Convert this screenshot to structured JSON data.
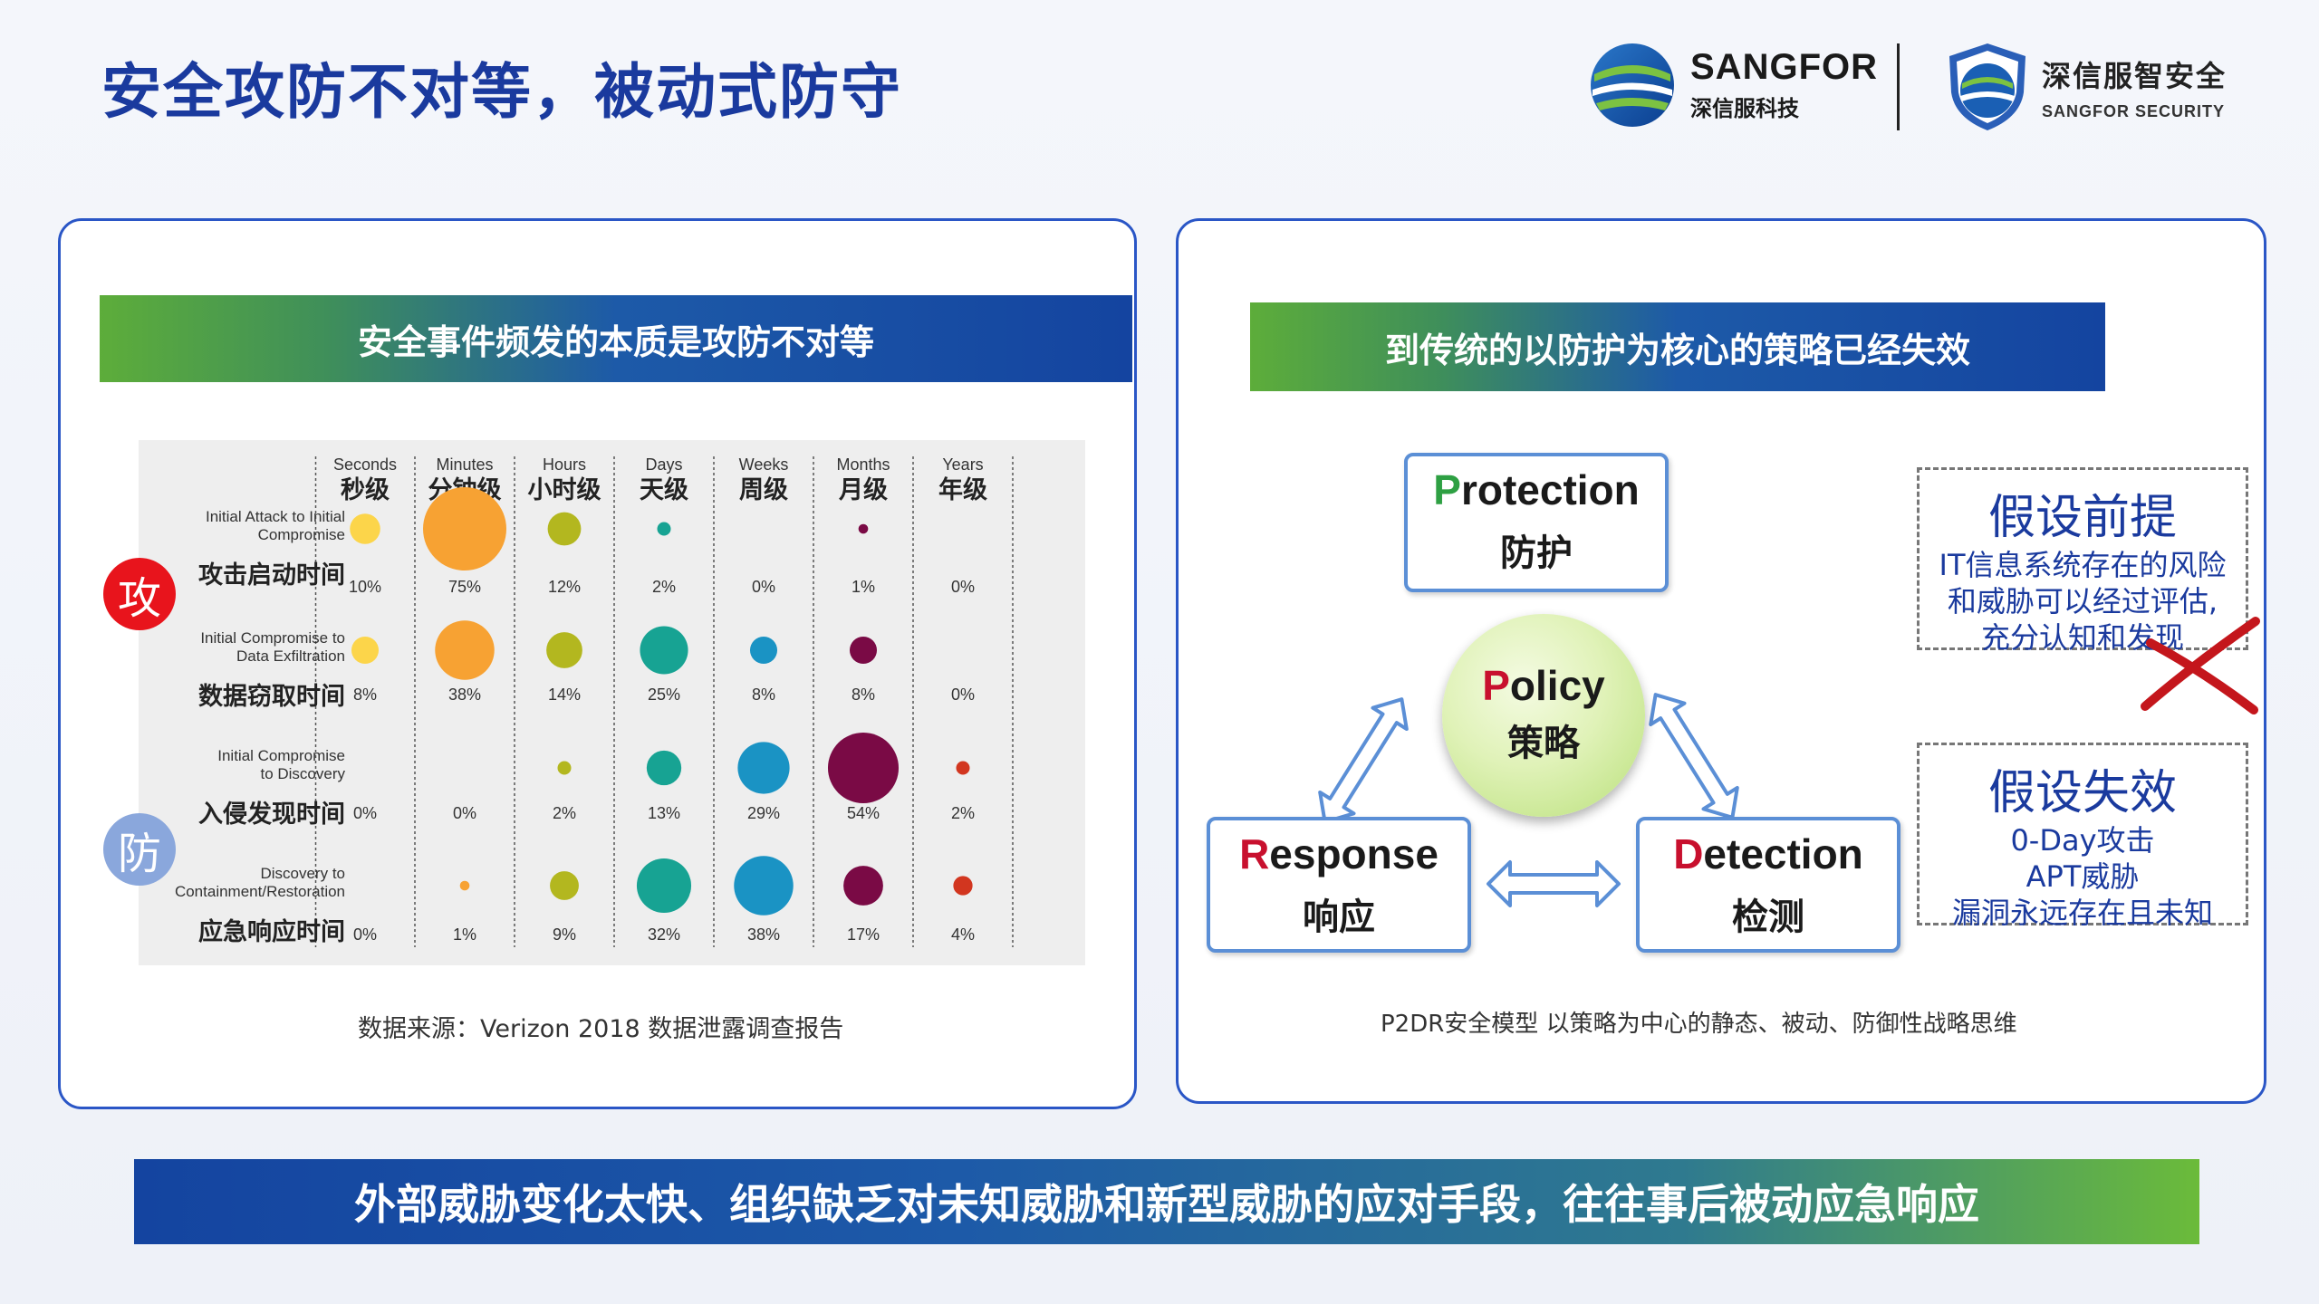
{
  "title": "安全攻防不对等，被动式防守",
  "logos": {
    "sangfor_main": "SANGFOR",
    "sangfor_sub": "深信服科技",
    "security_main": "深信服智安全",
    "security_sub": "SANGFOR SECURITY"
  },
  "left_panel": {
    "banner": "安全事件频发的本质是攻防不对等",
    "source": "数据来源：Verizon 2018 数据泄露调查报告",
    "badge_attack": "攻",
    "badge_defend": "防"
  },
  "chart_data": {
    "type": "bubble-table",
    "columns": [
      {
        "en": "Seconds",
        "cn": "秒级"
      },
      {
        "en": "Minutes",
        "cn": "分钟级"
      },
      {
        "en": "Hours",
        "cn": "小时级"
      },
      {
        "en": "Days",
        "cn": "天级"
      },
      {
        "en": "Weeks",
        "cn": "周级"
      },
      {
        "en": "Months",
        "cn": "月级"
      },
      {
        "en": "Years",
        "cn": "年级"
      }
    ],
    "rows": [
      {
        "en1": "Initial Attack to Initial",
        "en2": "Compromise",
        "cn": "攻击启动时间",
        "values": [
          10,
          75,
          12,
          2,
          0,
          1,
          0
        ],
        "labels": [
          "10%",
          "75%",
          "12%",
          "2%",
          "0%",
          "1%",
          "0%"
        ]
      },
      {
        "en1": "Initial Compromise to",
        "en2": "Data Exfiltration",
        "cn": "数据窃取时间",
        "values": [
          8,
          38,
          14,
          25,
          8,
          8,
          0
        ],
        "labels": [
          "8%",
          "38%",
          "14%",
          "25%",
          "8%",
          "8%",
          "0%"
        ]
      },
      {
        "en1": "Initial Compromise",
        "en2": "to Discovery",
        "cn": "入侵发现时间",
        "values": [
          0,
          0,
          2,
          13,
          29,
          54,
          2
        ],
        "labels": [
          "0%",
          "0%",
          "2%",
          "13%",
          "29%",
          "54%",
          "2%"
        ]
      },
      {
        "en1": "Discovery to",
        "en2": "Containment/Restoration",
        "cn": "应急响应时间",
        "values": [
          0,
          1,
          9,
          32,
          38,
          17,
          4
        ],
        "labels": [
          "0%",
          "1%",
          "9%",
          "32%",
          "38%",
          "17%",
          "4%"
        ]
      }
    ],
    "colors": [
      "#fcd54a",
      "#f7a233",
      "#b3b71f",
      "#17a393",
      "#1a93c4",
      "#7a0a45",
      "#d2361f"
    ]
  },
  "right_panel": {
    "banner": "到传统的以防护为核心的策略已经失效",
    "protection": {
      "first": "P",
      "rest": "rotection",
      "cn": "防护"
    },
    "policy": {
      "first": "P",
      "rest": "olicy",
      "cn": "策略"
    },
    "response": {
      "first": "R",
      "rest": "esponse",
      "cn": "响应"
    },
    "detection": {
      "first": "D",
      "rest": "etection",
      "cn": "检测"
    },
    "assume1": {
      "title": "假设前提",
      "line1": "IT信息系统存在的风险",
      "line2": "和威胁可以经过评估,",
      "line3": "充分认知和发现"
    },
    "assume2": {
      "title": "假设失效",
      "line1": "0-Day攻击",
      "line2": "APT威胁",
      "line3": "漏洞永远存在且未知"
    },
    "caption": "P2DR安全模型 以策略为中心的静态、被动、防御性战略思维",
    "colors": {
      "green": "#2ea043",
      "red": "#c8102e",
      "cross": "#c4161c"
    }
  },
  "bottom_banner": "外部威胁变化太快、组织缺乏对未知威胁和新型威胁的应对手段，往往事后被动应急响应"
}
